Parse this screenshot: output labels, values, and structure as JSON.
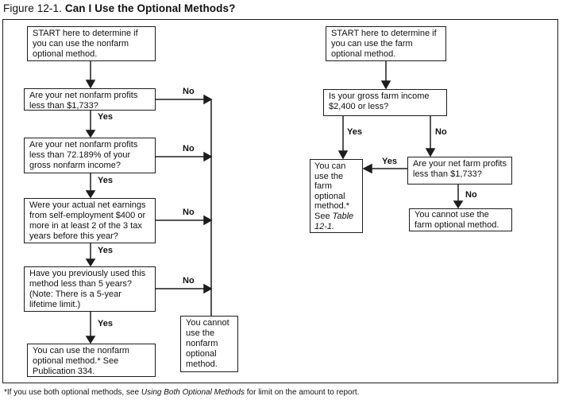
{
  "title": {
    "prefix": "Figure 12-1. ",
    "main": "Can I Use the Optional Methods?"
  },
  "colors": {
    "ink": "#1d1d1d",
    "background": "#ffffff"
  },
  "labels": {
    "yes": "Yes",
    "no": "No"
  },
  "nonfarm": {
    "start": "START here to determine if\nyou can use the nonfarm\noptional method.",
    "q_profits": "Are your net nonfarm profits\nless than $1,733?",
    "q_percent": "Are your net nonfarm profits\nless than 72.189% of your\ngross nonfarm income?",
    "q_earnings": "Were your actual net earnings\nfrom self-employment $400 or\nmore in at least 2 of the 3 tax\nyears before this year?",
    "q_years": "Have you previously used this\nmethod less than 5 years?\n(Note: There is a 5-year\nlifetime limit.)",
    "can": "You can use the nonfarm\noptional method.* See\nPublication 334.",
    "cannot": "You cannot\nuse the\nnonfarm\noptional\nmethod."
  },
  "farm": {
    "start": "START here to determine if\nyou can use the farm\noptional method.",
    "q_income": "Is your gross farm income\n$2,400 or less?",
    "q_profits": "Are your net farm profits\nless than $1,733?",
    "can_prefix": "You can\nuse the\nfarm\noptional\nmethod.*\nSee ",
    "can_italic": "Table\n12-1.",
    "cannot": "You cannot use the\nfarm optional method."
  },
  "footnote": {
    "prefix": "*If you use both optional methods, see ",
    "italic": "Using Both Optional Methods",
    "suffix": " for limit on the amount to report."
  }
}
